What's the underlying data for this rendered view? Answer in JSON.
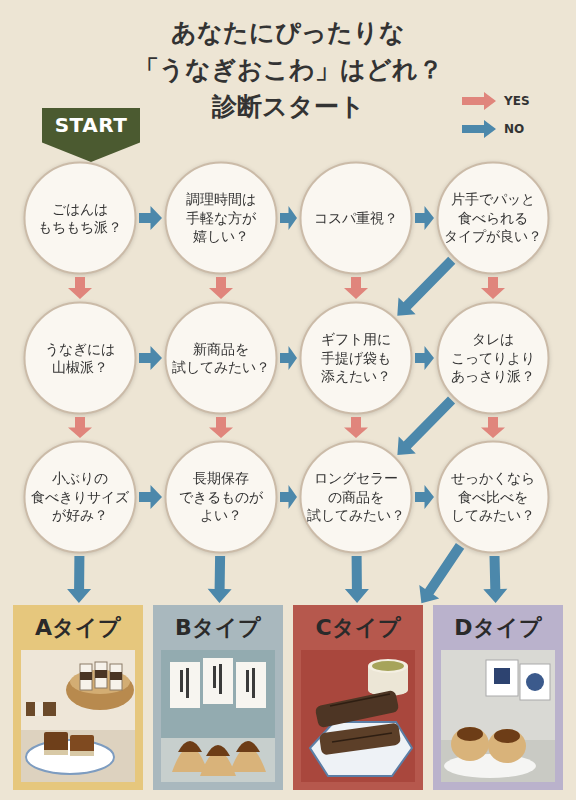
{
  "diagram": {
    "title": "あなたにぴったりな 「うなぎおこわ」はどれ？ 診断スタート",
    "nodes": [
      {
        "text": [
          "START"
        ]
      },
      {
        "text": [
          "ごはんは もちもち派？"
        ]
      },
      {
        "text": [
          "調理時間は 手軽な方が 嬉しい？"
        ]
      },
      {
        "text": [
          "コスパ重視？"
        ]
      },
      {
        "text": [
          "片手でパッと 食べられる タイプが良い？"
        ]
      },
      {
        "text": [
          "うなぎには 山椒派？"
        ]
      },
      {
        "text": [
          "新商品を 試してみたい？"
        ]
      },
      {
        "text": [
          "ギフト用に 手提げ袋も 添えたい？"
        ]
      },
      {
        "text": [
          "タレは こってりより あっさり派？"
        ]
      },
      {
        "text": [
          "小ぶりの 食べきりサイズ が好み？"
        ]
      },
      {
        "text": [
          "長期保存 できるものが よい？"
        ]
      },
      {
        "text": [
          "ロングセラー の商品を 試してみたい？"
        ]
      },
      {
        "text": [
          "せっかくなら 食べ比べを してみたい？"
        ]
      },
      {
        "text": [
          "Aタイプ"
        ]
      },
      {
        "text": [
          "Bタイプ"
        ]
      },
      {
        "text": [
          "Cタイプ"
        ]
      },
      {
        "text": [
          "Dタイプ"
        ]
      }
    ],
    "edges": [
      {
        "from": 1,
        "to": 2,
        "arrow": "to"
      },
      {
        "from": 2,
        "to": 3,
        "arrow": "to"
      },
      {
        "from": 3,
        "to": 4,
        "arrow": "to"
      },
      {
        "from": 1,
        "to": 5,
        "arrow": "to"
      },
      {
        "from": 2,
        "to": 6,
        "arrow": "to"
      },
      {
        "from": 3,
        "to": 7,
        "arrow": "to"
      },
      {
        "from": 4,
        "to": 8,
        "arrow": "to"
      },
      {
        "from": 4,
        "to": 7,
        "arrow": "to"
      },
      {
        "from": 5,
        "to": 6,
        "arrow": "to"
      },
      {
        "from": 6,
        "to": 7,
        "arrow": "to"
      },
      {
        "from": 7,
        "to": 8,
        "arrow": "to"
      },
      {
        "from": 5,
        "to": 9,
        "arrow": "to"
      },
      {
        "from": 6,
        "to": 10,
        "arrow": "to"
      },
      {
        "from": 7,
        "to": 11,
        "arrow": "to"
      },
      {
        "from": 8,
        "to": 12,
        "arrow": "to"
      },
      {
        "from": 8,
        "to": 11,
        "arrow": "to"
      },
      {
        "from": 9,
        "to": 10,
        "arrow": "to"
      },
      {
        "from": 10,
        "to": 11,
        "arrow": "to"
      },
      {
        "from": 11,
        "to": 12,
        "arrow": "to"
      },
      {
        "from": 9,
        "to": 13,
        "arrow": "to"
      },
      {
        "from": 10,
        "to": 14,
        "arrow": "to"
      },
      {
        "from": 11,
        "to": 15,
        "arrow": "to"
      },
      {
        "from": 12,
        "to": 16,
        "arrow": "to"
      },
      {
        "from": 12,
        "to": 15,
        "arrow": "to"
      }
    ],
    "legend": [
      {
        "text": "YES",
        "color": "#e0857c"
      },
      {
        "text": "NO",
        "color": "#4c88ab"
      }
    ]
  }
}
